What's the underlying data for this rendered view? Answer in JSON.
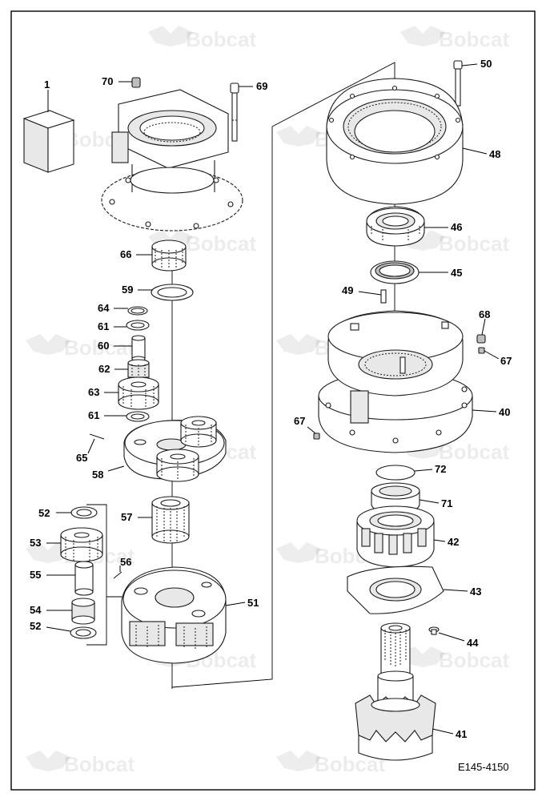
{
  "watermark": {
    "brand": "Bobcat"
  },
  "drawing_ref": "E145-4150",
  "callouts": {
    "c1": "1",
    "c70": "70",
    "c69": "69",
    "c66": "66",
    "c59": "59",
    "c64": "64",
    "c61a": "61",
    "c60": "60",
    "c62": "62",
    "c63": "63",
    "c61b": "61",
    "c65": "65",
    "c58": "58",
    "c52a": "52",
    "c57": "57",
    "c53": "53",
    "c56": "56",
    "c55": "55",
    "c54": "54",
    "c52b": "52",
    "c51": "51",
    "c50": "50",
    "c48": "48",
    "c46": "46",
    "c45": "45",
    "c49": "49",
    "c68": "68",
    "c67a": "67",
    "c40": "40",
    "c67b": "67",
    "c72": "72",
    "c71": "71",
    "c42": "42",
    "c43": "43",
    "c44": "44",
    "c41": "41"
  }
}
